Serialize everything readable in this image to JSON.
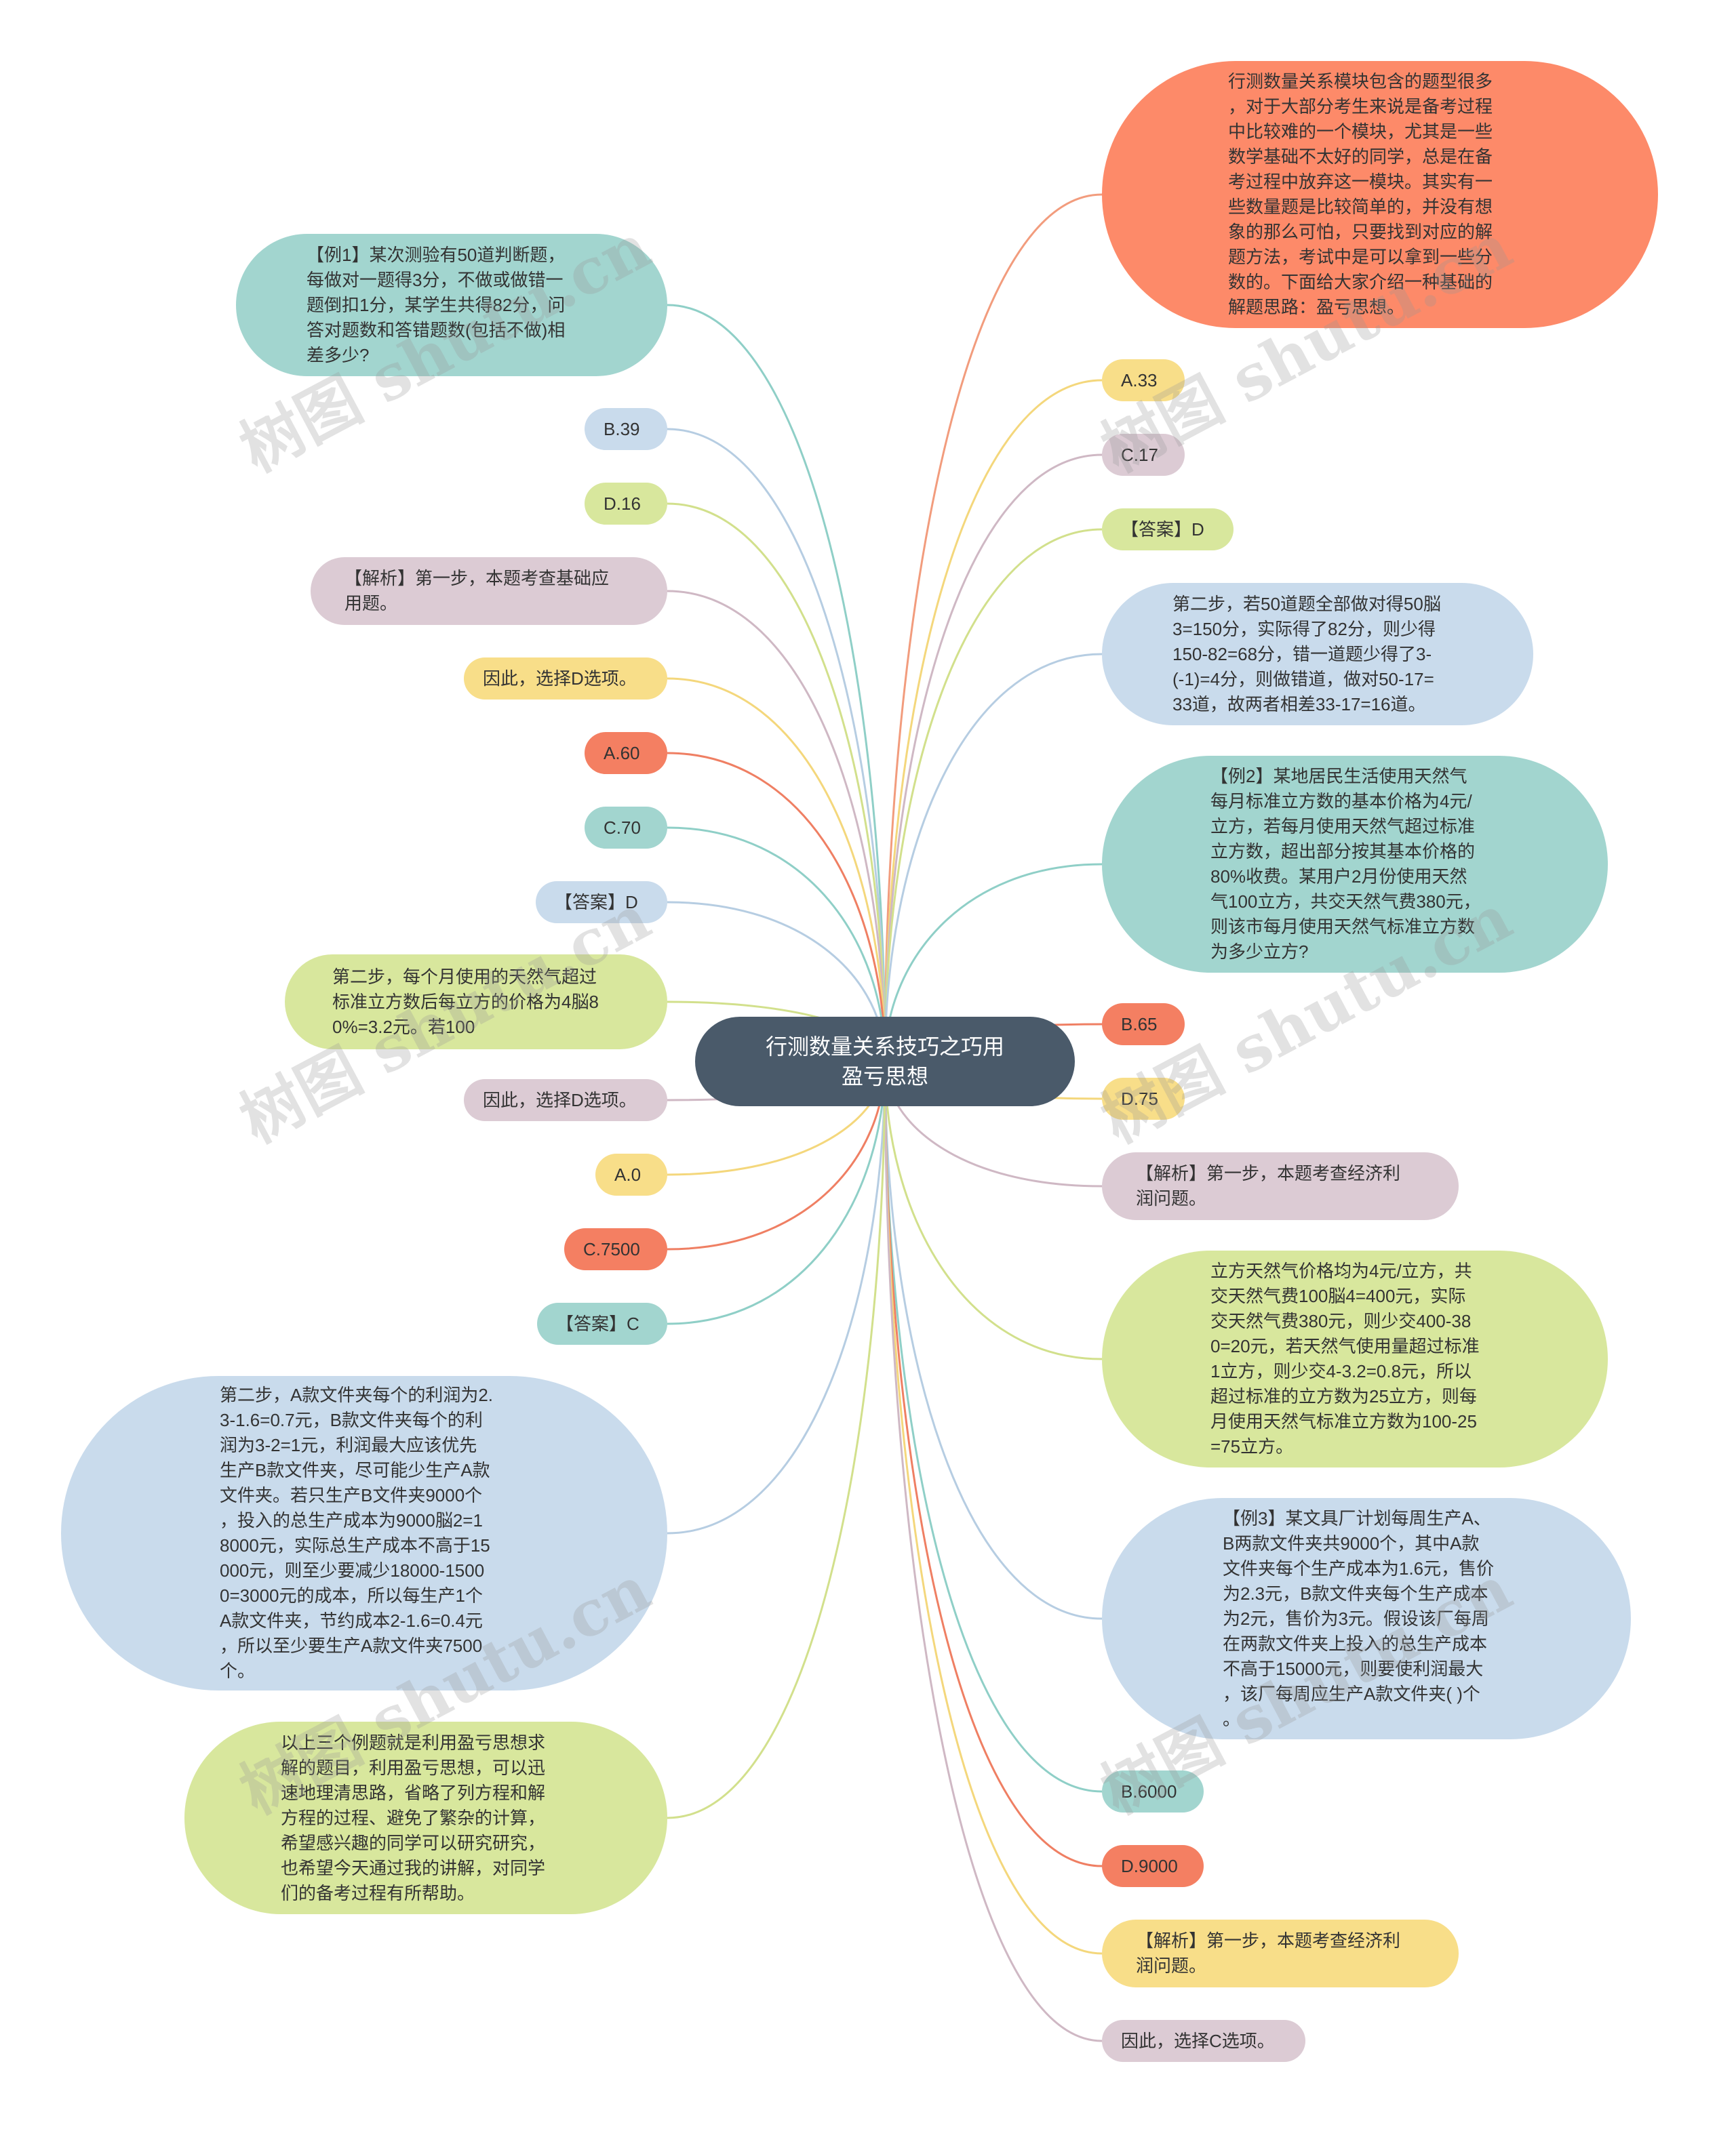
{
  "center": {
    "label": "行测数量关系技巧之巧用\n盈亏思想"
  },
  "nodes": [
    {
      "id": "r-intro",
      "text": "行测数量关系模块包含的题型很多\n，对于大部分考生来说是备考过程\n中比较难的一个模块，尤其是一些\n数学基础不太好的同学，总是在备\n考过程中放弃这一模块。其实有一\n些数量题是比较简单的，并没有想\n象的那么可怕，只要找到对应的解\n题方法，考试中是可以拿到一些分\n数的。下面给大家介绍一种基础的\n解题思路：盈亏思想。",
      "color": "orange"
    },
    {
      "id": "r-a33",
      "text": "A.33",
      "color": "yellow"
    },
    {
      "id": "r-c17",
      "text": "C.17",
      "color": "pink"
    },
    {
      "id": "r-ans1",
      "text": "【答案】D",
      "color": "green"
    },
    {
      "id": "r-step2-1",
      "text": "第二步，若50道题全部做对得50脳\n3=150分，实际得了82分，则少得\n150-82=68分，错一道题少得了3-\n(-1)=4分，则做错道，做对50-17=\n33道，故两者相差33-17=16道。",
      "color": "blue"
    },
    {
      "id": "r-ex2",
      "text": "【例2】某地居民生活使用天然气\n每月标准立方数的基本价格为4元/\n立方，若每月使用天然气超过标准\n立方数，超出部分按其基本价格的\n80%收费。某用户2月份使用天然\n气100立方，共交天然气费380元，\n则该市每月使用天然气标准立方数\n为多少立方?",
      "color": "teal"
    },
    {
      "id": "r-b65",
      "text": "B.65",
      "color": "red"
    },
    {
      "id": "r-d75",
      "text": "D.75",
      "color": "yellow"
    },
    {
      "id": "r-jx2",
      "text": "【解析】第一步，本题考查经济利\n润问题。",
      "color": "pink"
    },
    {
      "id": "r-step2-2",
      "text": "立方天然气价格均为4元/立方，共\n交天然气费100脳4=400元，实际\n交天然气费380元，则少交400-38\n0=20元，若天然气使用量超过标准\n1立方，则少交4-3.2=0.8元，所以\n超过标准的立方数为25立方，则每\n月使用天然气标准立方数为100-25\n=75立方。",
      "color": "green"
    },
    {
      "id": "r-ex3",
      "text": "【例3】某文具厂计划每周生产A、\nB两款文件夹共9000个，其中A款\n文件夹每个生产成本为1.6元，售价\n为2.3元，B款文件夹每个生产成本\n为2元，售价为3元。假设该厂每周\n在两款文件夹上投入的总生产成本\n不高于15000元，则要使利润最大\n，该厂每周应生产A款文件夹( )个\n。",
      "color": "blue"
    },
    {
      "id": "r-b6000",
      "text": "B.6000",
      "color": "teal"
    },
    {
      "id": "r-d9000",
      "text": "D.9000",
      "color": "red"
    },
    {
      "id": "r-jx3",
      "text": "【解析】第一步，本题考查经济利\n润问题。",
      "color": "yellow"
    },
    {
      "id": "r-sel3",
      "text": "因此，选择C选项。",
      "color": "pink"
    },
    {
      "id": "l-ex1",
      "text": "【例1】某次测验有50道判断题，\n每做对一题得3分，不做或做错一\n题倒扣1分，某学生共得82分，问\n答对题数和答错题数(包括不做)相\n差多少?",
      "color": "teal"
    },
    {
      "id": "l-b39",
      "text": "B.39",
      "color": "blue"
    },
    {
      "id": "l-d16",
      "text": "D.16",
      "color": "green"
    },
    {
      "id": "l-jx1",
      "text": "【解析】第一步，本题考查基础应\n用题。",
      "color": "pink"
    },
    {
      "id": "l-sel1",
      "text": "因此，选择D选项。",
      "color": "yellow"
    },
    {
      "id": "l-a60",
      "text": "A.60",
      "color": "red"
    },
    {
      "id": "l-c70",
      "text": "C.70",
      "color": "teal"
    },
    {
      "id": "l-ans2",
      "text": "【答案】D",
      "color": "blue"
    },
    {
      "id": "l-step2-2a",
      "text": "第二步，每个月使用的天然气超过\n标准立方数后每立方的价格为4脳8\n0%=3.2元。若100",
      "color": "green"
    },
    {
      "id": "l-sel2",
      "text": "因此，选择D选项。",
      "color": "pink"
    },
    {
      "id": "l-a0",
      "text": "A.0",
      "color": "yellow"
    },
    {
      "id": "l-c7500",
      "text": "C.7500",
      "color": "red"
    },
    {
      "id": "l-ans3",
      "text": "【答案】C",
      "color": "teal"
    },
    {
      "id": "l-step2-3",
      "text": "第二步，A款文件夹每个的利润为2.\n3-1.6=0.7元，B款文件夹每个的利\n润为3-2=1元，利润最大应该优先\n生产B款文件夹，尽可能少生产A款\n文件夹。若只生产B文件夹9000个\n，投入的总生产成本为9000脳2=1\n8000元，实际总生产成本不高于15\n000元，则至少要减少18000-1500\n0=3000元的成本，所以每生产1个\nA款文件夹，节约成本2-1.6=0.4元\n，所以至少要生产A款文件夹7500\n个。",
      "color": "blue"
    },
    {
      "id": "l-summary",
      "text": "以上三个例题就是利用盈亏思想求\n解的题目，利用盈亏思想，可以迅\n速地理清思路，省略了列方程和解\n方程的过程、避免了繁杂的计算，\n希望感兴趣的同学可以研究研究，\n也希望今天通过我的讲解，对同学\n们的备考过程有所帮助。",
      "color": "green"
    }
  ],
  "watermark": "树图 shutu.cn",
  "colors": {
    "orange": "#fd8a69",
    "teal": "#a2d5cf",
    "blue": "#c9dbec",
    "green": "#d8e79d",
    "yellow": "#f8de89",
    "pink": "#dccbd4",
    "red": "#f47f62",
    "center": "#4a5a6a"
  },
  "edge_colors": {
    "orange": "#f29c7d",
    "teal": "#8fcfc7",
    "blue": "#b6cde2",
    "green": "#d2e08c",
    "yellow": "#f4d77c",
    "pink": "#cfb8c4",
    "red": "#ef7f63"
  }
}
